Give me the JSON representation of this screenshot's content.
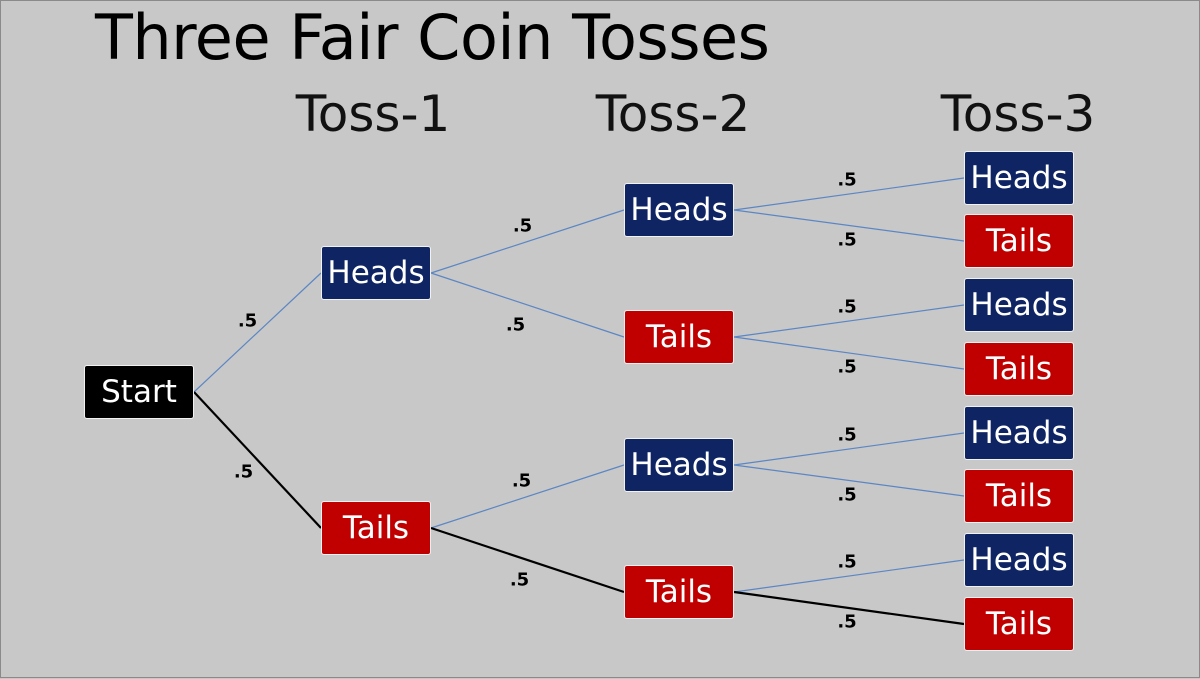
{
  "title": "Three Fair Coin Tosses",
  "headers": [
    "Toss-1",
    "Toss-2",
    "Toss-3"
  ],
  "colors": {
    "background": "#c8c8c8",
    "heads": "#0e2463",
    "tails": "#c00000",
    "start": "#000000",
    "branch_line": "#5b86c4",
    "highlight_line": "#000000"
  },
  "nodes": [
    {
      "id": "start",
      "label": "Start",
      "kind": "start"
    },
    {
      "id": "H",
      "label": "Heads",
      "kind": "heads"
    },
    {
      "id": "T",
      "label": "Tails",
      "kind": "tails"
    },
    {
      "id": "HH",
      "label": "Heads",
      "kind": "heads"
    },
    {
      "id": "HT",
      "label": "Tails",
      "kind": "tails"
    },
    {
      "id": "TH",
      "label": "Heads",
      "kind": "heads"
    },
    {
      "id": "TT",
      "label": "Tails",
      "kind": "tails"
    },
    {
      "id": "HHH",
      "label": "Heads",
      "kind": "heads"
    },
    {
      "id": "HHT",
      "label": "Tails",
      "kind": "tails"
    },
    {
      "id": "HTH",
      "label": "Heads",
      "kind": "heads"
    },
    {
      "id": "HTT",
      "label": "Tails",
      "kind": "tails"
    },
    {
      "id": "THH",
      "label": "Heads",
      "kind": "heads"
    },
    {
      "id": "THT",
      "label": "Tails",
      "kind": "tails"
    },
    {
      "id": "TTH",
      "label": "Heads",
      "kind": "heads"
    },
    {
      "id": "TTT",
      "label": "Tails",
      "kind": "tails"
    }
  ],
  "edges": [
    {
      "from": "start",
      "to": "H",
      "prob": ".5",
      "highlight": false
    },
    {
      "from": "start",
      "to": "T",
      "prob": ".5",
      "highlight": true
    },
    {
      "from": "H",
      "to": "HH",
      "prob": ".5",
      "highlight": false
    },
    {
      "from": "H",
      "to": "HT",
      "prob": ".5",
      "highlight": false
    },
    {
      "from": "T",
      "to": "TH",
      "prob": ".5",
      "highlight": false
    },
    {
      "from": "T",
      "to": "TT",
      "prob": ".5",
      "highlight": true
    },
    {
      "from": "HH",
      "to": "HHH",
      "prob": ".5",
      "highlight": false
    },
    {
      "from": "HH",
      "to": "HHT",
      "prob": ".5",
      "highlight": false
    },
    {
      "from": "HT",
      "to": "HTH",
      "prob": ".5",
      "highlight": false
    },
    {
      "from": "HT",
      "to": "HTT",
      "prob": ".5",
      "highlight": false
    },
    {
      "from": "TH",
      "to": "THH",
      "prob": ".5",
      "highlight": false
    },
    {
      "from": "TH",
      "to": "THT",
      "prob": ".5",
      "highlight": false
    },
    {
      "from": "TT",
      "to": "TTH",
      "prob": ".5",
      "highlight": false
    },
    {
      "from": "TT",
      "to": "TTT",
      "prob": ".5",
      "highlight": true
    }
  ]
}
